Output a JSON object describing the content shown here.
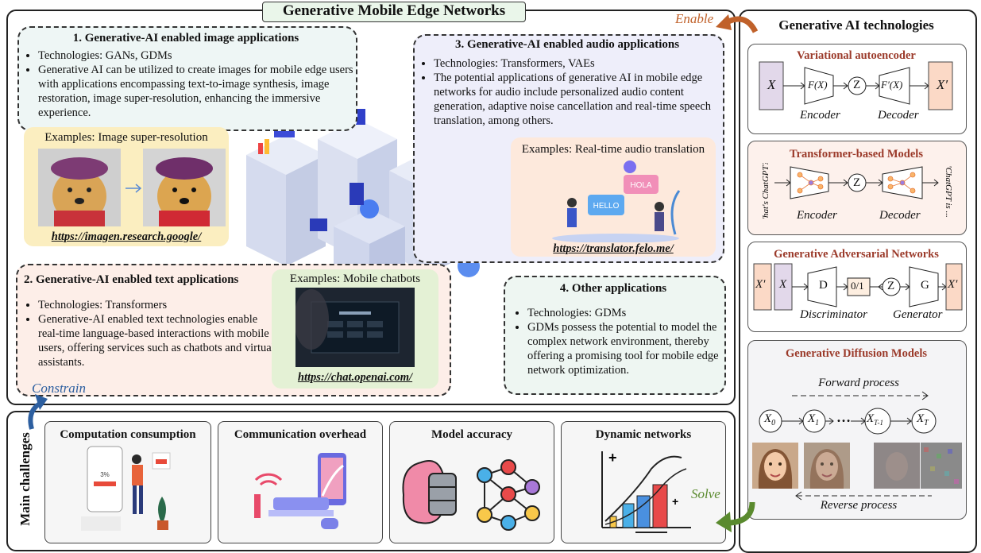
{
  "main_title": "Generative Mobile Edge Networks",
  "enable_label": "Enable",
  "constrain_label": "Constrain",
  "solve_label": "Solve",
  "box1": {
    "title": "1. Generative-AI enabled image applications",
    "bullets": [
      "Technologies: GANs, GDMs",
      "Generative AI can be utilized to create images for mobile edge users with applications encompassing text-to-image synthesis, image restoration, image super-resolution, enhancing the immersive experience."
    ],
    "example_title": "Examples: Image super-resolution",
    "link": "https://imagen.research.google/"
  },
  "box2": {
    "title": "2. Generative-AI enabled text applications",
    "bullets": [
      "Technologies: Transformers",
      "Generative-AI enabled text technologies enable real-time language-based interactions with mobile users, offering services such as chatbots and virtual assistants."
    ],
    "example_title": "Examples: Mobile chatbots",
    "link": "https://chat.openai.com/"
  },
  "box3": {
    "title": "3. Generative-AI enabled audio applications",
    "bullets": [
      "Technologies: Transformers, VAEs",
      "The potential applications of generative AI in mobile edge networks for audio include personalized audio content generation, adaptive noise cancellation and real-time speech translation, among others."
    ],
    "example_title": "Examples: Real-time audio translation",
    "link": "https://translator.felo.me/",
    "bubbles": [
      "HOLA",
      "HELLO"
    ]
  },
  "box4": {
    "title": "4. Other applications",
    "bullets": [
      "Technologies: GDMs",
      "GDMs possess the potential to model the complex network environment, thereby offering a promising tool for mobile edge network optimization."
    ]
  },
  "right": {
    "title": "Generative AI technologies",
    "vae": {
      "title": "Variational autoencoder",
      "x": "X",
      "fx": "F(X)",
      "z": "Z",
      "fpx": "F′(X)",
      "xp": "X′",
      "enc": "Encoder",
      "dec": "Decoder"
    },
    "tr": {
      "title": "Transformer-based Models",
      "in": "'What's ChatGPT?'",
      "z": "Z",
      "out": "'ChatGPT is ...",
      "enc": "Encoder",
      "dec": "Decoder"
    },
    "gan": {
      "title": "Generative Adversarial Networks",
      "xp": "X′",
      "x": "X",
      "d": "D",
      "o": "0/1",
      "z": "Z",
      "g": "G",
      "xp2": "X′",
      "disc": "Discriminator",
      "gen": "Generator"
    },
    "gdm": {
      "title": "Generative Diffusion Models",
      "forward": "Forward process",
      "reverse": "Reverse process",
      "dots": "…",
      "nodes": [
        "X",
        "X",
        "X",
        "X"
      ],
      "subs": [
        "0",
        "1",
        "T-1",
        "T"
      ]
    }
  },
  "challenges": {
    "side_label": "Main challenges",
    "items": [
      "Computation consumption",
      "Communication overhead",
      "Model accuracy",
      "Dynamic networks"
    ],
    "phone_pct": "3%"
  },
  "colors": {
    "enable": "#c0612a",
    "constrain": "#2d5fa0",
    "solve": "#5a8a2e",
    "arrow_orange": "#c0612a",
    "arrow_blue": "#2d5fa0",
    "arrow_green": "#5a8a2e",
    "title_red": "#9b3a2a"
  }
}
